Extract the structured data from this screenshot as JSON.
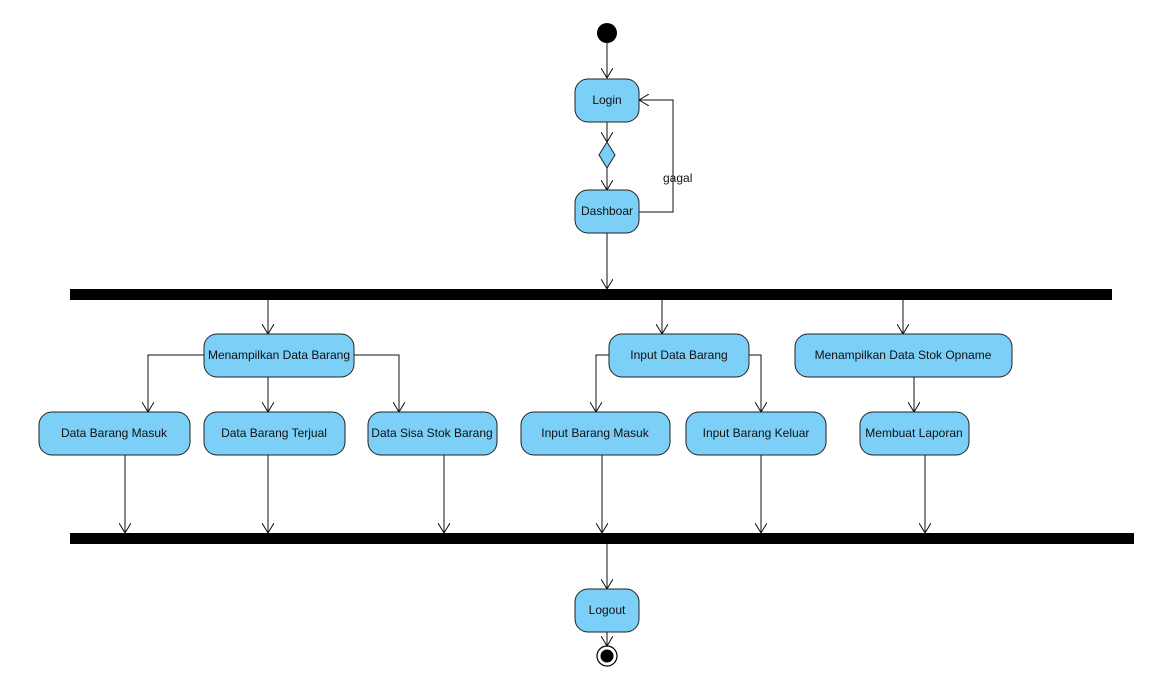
{
  "diagram": {
    "type": "activity",
    "nodes": {
      "login": "Login",
      "dashboard": "Dashboar",
      "menampilkan_data_barang": "Menampilkan Data Barang",
      "input_data_barang": "Input Data Barang",
      "menampilkan_stok_opname": "Menampilkan Data Stok Opname",
      "data_barang_masuk": "Data Barang Masuk",
      "data_barang_terjual": "Data Barang Terjual",
      "data_sisa_stok_barang": "Data Sisa Stok Barang",
      "input_barang_masuk": "Input Barang Masuk",
      "input_barang_keluar": "Input Barang Keluar",
      "membuat_laporan": "Membuat Laporan",
      "logout": "Logout"
    },
    "guard_gagal": "gagal",
    "colors": {
      "activity_fill": "#7ccff6",
      "stroke": "#222222",
      "bar": "#000000"
    }
  }
}
